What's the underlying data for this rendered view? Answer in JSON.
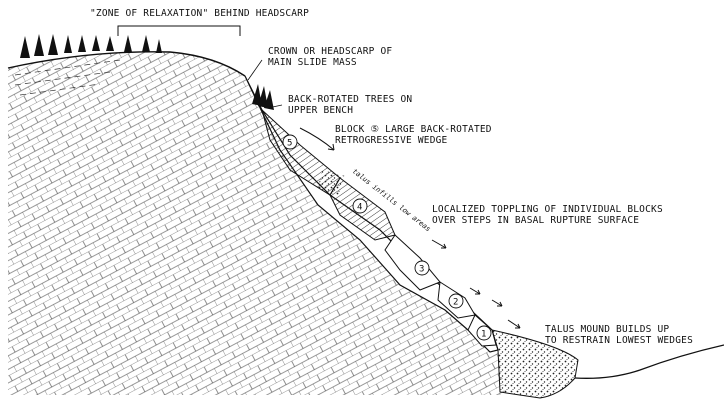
{
  "labels": {
    "zone": "\"ZONE OF RELAXATION\" BEHIND HEADSCARP",
    "crown_1": "CROWN OR HEADSCARP OF",
    "crown_2": "MAIN SLIDE MASS",
    "trees_1": "BACK-ROTATED TREES ON",
    "trees_2": "UPPER BENCH",
    "block_1": "BLOCK ⑤ LARGE BACK-ROTATED",
    "block_2": "RETROGRESSIVE WEDGE",
    "topple_1": "LOCALIZED TOPPLING OF INDIVIDUAL BLOCKS",
    "topple_2": "OVER STEPS IN BASAL RUPTURE SURFACE",
    "talus_1": "TALUS MOUND BUILDS UP",
    "talus_2": "TO RESTRAIN LOWEST WEDGES",
    "infill": "talus infills low areas"
  },
  "blocks": [
    "5",
    "4",
    "3",
    "2",
    "1"
  ]
}
